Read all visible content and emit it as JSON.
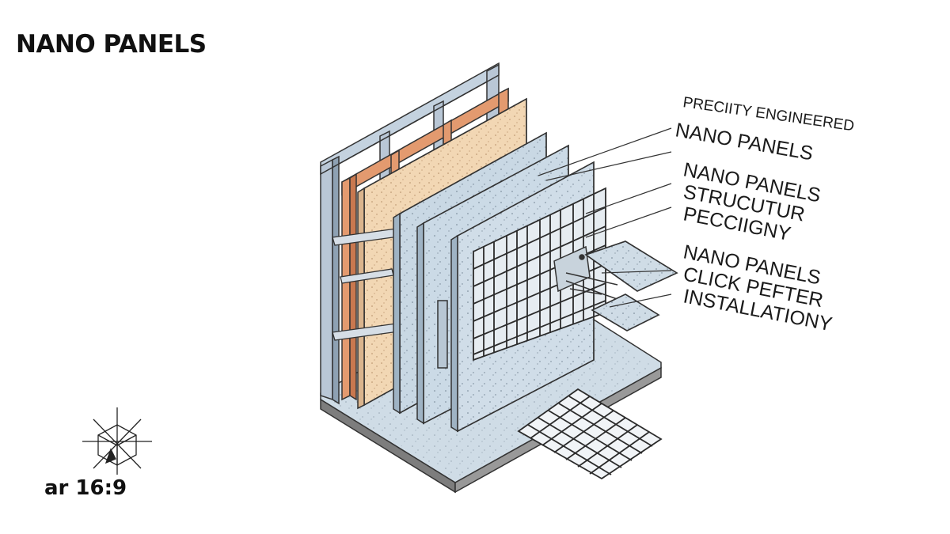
{
  "title": "NANO PANELS",
  "footer_label": "ar 16:9",
  "callouts": [
    "PRECIITY ENGINEERED",
    "NANO PANELS",
    "NANO PANELS",
    "STRUCUTUR",
    "PECCIIGNY",
    "NANO PANELS",
    "CLICK PEFTER",
    "INSTALLATIONY"
  ],
  "icons": [
    "isometric-cube-icon"
  ],
  "colors": {
    "steel_frame": "#b9c7d6",
    "timber": "#e39a6f",
    "osb": "#f2d7b4",
    "concrete": "#c9d8e4",
    "base": "#8a8a8a"
  }
}
